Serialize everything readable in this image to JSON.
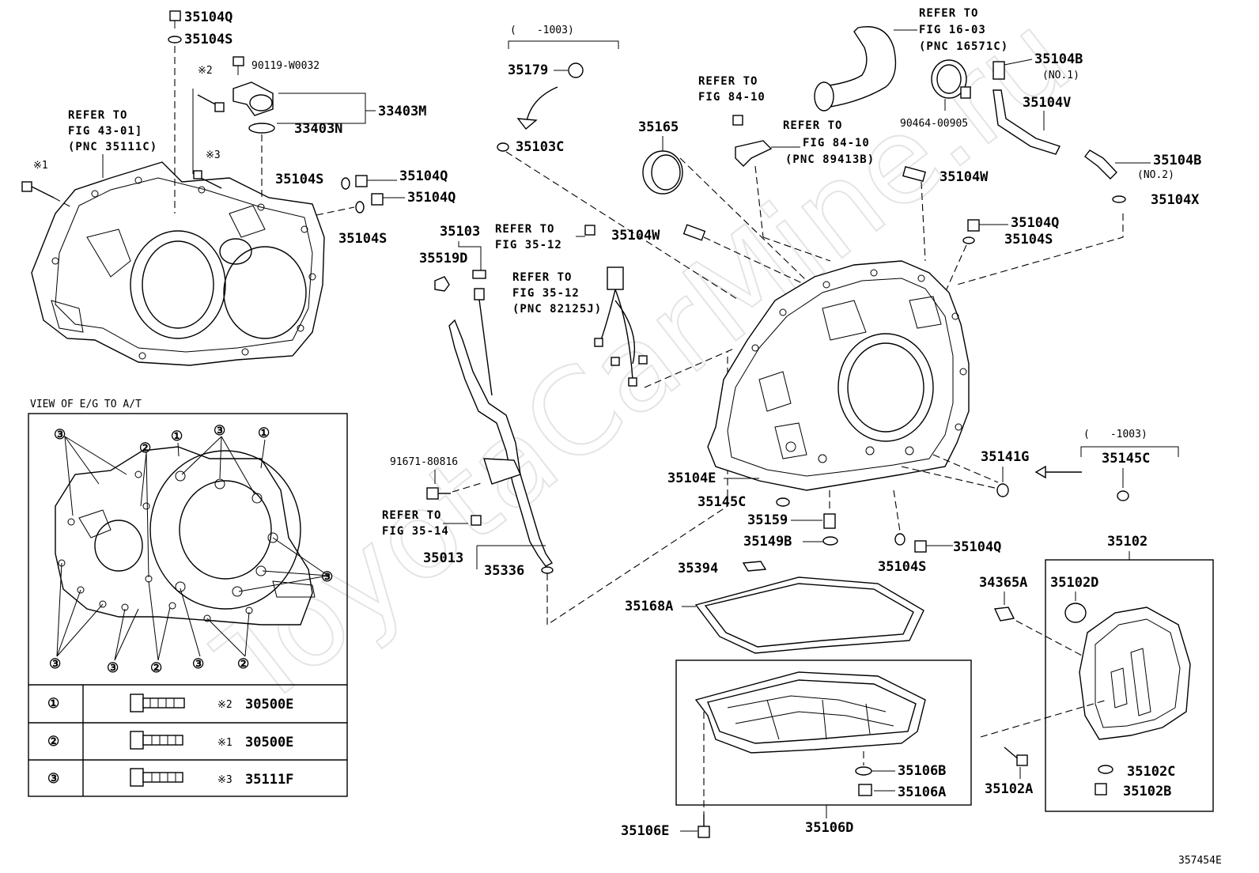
{
  "watermark": "ToyotaCarMine.ru",
  "diagram_id": "357454E",
  "view_title": "VIEW OF E/G TO A/T",
  "parts": {
    "p35104Q_a": "35104Q",
    "p35104S_a": "35104S",
    "p90119": "90119-W0032",
    "p33403M": "33403M",
    "p33403N": "33403N",
    "p35104S_b": "35104S",
    "p35104Q_b": "35104Q",
    "p35104Q_c": "35104Q",
    "p35104S_c": "35104S",
    "p35179": "35179",
    "p35103C": "35103C",
    "p35165": "35165",
    "p35103": "35103",
    "p35519D": "35519D",
    "p91671": "91671-80816",
    "p35013": "35013",
    "p35336": "35336",
    "p35104W_a": "35104W",
    "p35104W_b": "35104W",
    "p90464": "90464-00905",
    "p35104B_1": "35104B",
    "p35104V": "35104V",
    "p35104B_2": "35104B",
    "p35104X": "35104X",
    "p35104Q_d": "35104Q",
    "p35104S_d": "35104S",
    "p35141G": "35141G",
    "p35145C_a": "35145C",
    "p35104E": "35104E",
    "p35145C_b": "35145C",
    "p35159": "35159",
    "p35149B": "35149B",
    "p35104Q_e": "35104Q",
    "p35104S_e": "35104S",
    "p35394": "35394",
    "p35168A": "35168A",
    "p34365A": "34365A",
    "p35102": "35102",
    "p35102D": "35102D",
    "p35106B": "35106B",
    "p35106A": "35106A",
    "p35106E": "35106E",
    "p35106D": "35106D",
    "p35102A": "35102A",
    "p35102C": "35102C",
    "p35102B": "35102B"
  },
  "notes": {
    "no1": "(NO.1)",
    "no2": "(NO.2)",
    "range_a": "(　　-1003)",
    "range_b": "(　　-1003)",
    "mark1": "※1",
    "mark2": "※2",
    "mark3": "※3"
  },
  "refs": {
    "r4301_1": "REFER TO",
    "r4301_2": "FIG 43-01]",
    "r4301_3": "(PNC 35111C)",
    "r1603_1": "REFER TO",
    "r1603_2": "FIG 16-03",
    "r1603_3": "(PNC 16571C)",
    "r8410a_1": "REFER TO",
    "r8410a_2": "FIG 84-10",
    "r8410b_1": "REFER TO",
    "r8410b_2": "FIG 84-10",
    "r8410b_3": "(PNC 89413B)",
    "r3512a_1": "REFER TO",
    "r3512a_2": "FIG 35-12",
    "r3512b_1": "REFER TO",
    "r3512b_2": "FIG 35-12",
    "r3512b_3": "(PNC 82125J)",
    "r3514_1": "REFER TO",
    "r3514_2": "FIG 35-14"
  },
  "bolt_table": {
    "rows": [
      {
        "index": "①",
        "mark": "※2",
        "part": "30500E"
      },
      {
        "index": "②",
        "mark": "※1",
        "part": "30500E"
      },
      {
        "index": "③",
        "mark": "※3",
        "part": "35111F"
      }
    ]
  },
  "view_markers": {
    "c1": "③",
    "c2": "②",
    "c3": "①",
    "c4": "③",
    "c5": "①",
    "c6": "③",
    "c7": "③",
    "c8": "③",
    "c9": "②",
    "c10": "③",
    "c11": "②"
  }
}
